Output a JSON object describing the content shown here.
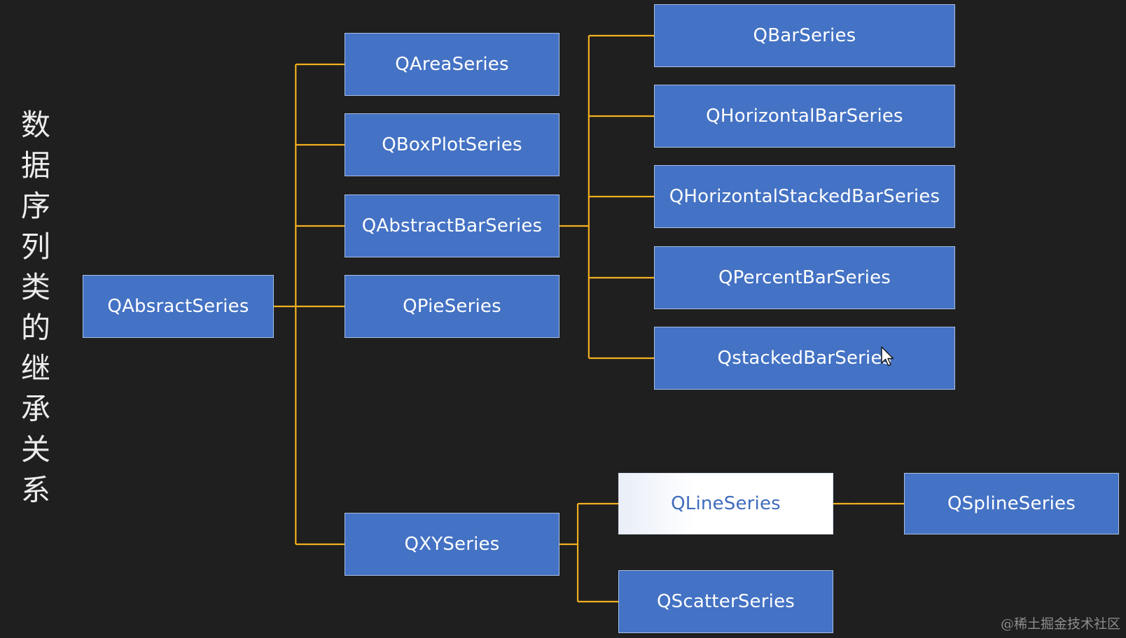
{
  "side_title": "数据序列类的继承关系",
  "colors": {
    "background": "#1f1f1f",
    "connector": "#f2b020",
    "node_fill": "#4472c4",
    "node_text": "#ffffff",
    "highlight_fill": "#ffffff",
    "highlight_text": "#3f6bbd"
  },
  "nodes": {
    "absract_series": "QAbsractSeries",
    "area_series": "QAreaSeries",
    "boxplot_series": "QBoxPlotSeries",
    "abstract_bar_series": "QAbstractBarSeries",
    "pie_series": "QPieSeries",
    "xy_series": "QXYSeries",
    "bar_series": "QBarSeries",
    "horizontal_bar_series": "QHorizontalBarSeries",
    "horizontal_stacked_bar_series": "QHorizontalStackedBarSeries",
    "percent_bar_series": "QPercentBarSeries",
    "stacked_bar_series": "QstackedBarSeries",
    "line_series": "QLineSeries",
    "spline_series": "QSplineSeries",
    "scatter_series": "QScatterSeries"
  },
  "hierarchy": [
    {
      "parent": "absract_series",
      "children": [
        "area_series",
        "boxplot_series",
        "abstract_bar_series",
        "pie_series",
        "xy_series"
      ]
    },
    {
      "parent": "abstract_bar_series",
      "children": [
        "bar_series",
        "horizontal_bar_series",
        "horizontal_stacked_bar_series",
        "percent_bar_series",
        "stacked_bar_series"
      ]
    },
    {
      "parent": "xy_series",
      "children": [
        "line_series",
        "scatter_series"
      ]
    },
    {
      "parent": "line_series",
      "children": [
        "spline_series"
      ]
    }
  ],
  "highlighted_node": "line_series",
  "cursor_icon": "arrow-pointer-icon",
  "watermark": "@稀土掘金技术社区"
}
